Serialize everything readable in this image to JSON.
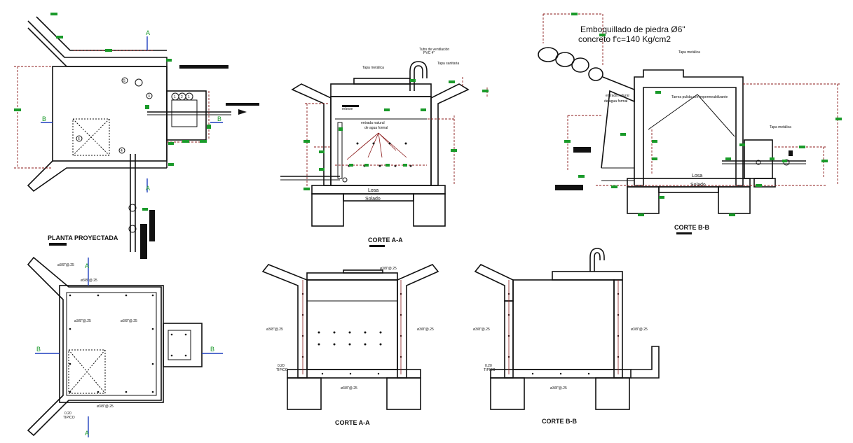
{
  "text": {
    "planta_proyectada": "PLANTA PROYECTADA",
    "corte_aa_top": "CORTE A-A",
    "corte_bb_top": "CORTE B-B",
    "corte_aa_bottom": "CORTE A-A",
    "corte_bb_bottom": "CORTE B-B",
    "emboquillado": "Emboquillado de piedra Ø6\"",
    "concreto": "concreto f'c=140 Kg/cm2",
    "losa_a": "Losa",
    "solado_a": "Solado",
    "losa_b": "Losa",
    "solado_b": "Solado",
    "section_a_marker": "A",
    "section_b_marker": "B",
    "plan_circles": [
      "1",
      "2",
      "1"
    ],
    "plan_tags": [
      "5",
      "3",
      "6",
      "4"
    ],
    "rebar_label": "ø3/8\"@.25",
    "rebar_label_b": "ø3/8\"@.25",
    "spacing_label": "0.20",
    "tipico": "TIPICO",
    "tubo_vent": "Tubo de ventilación",
    "tubo_vent_size": "PVC 4\"",
    "tapa_sanitaria": "Tapa sanitaria",
    "tapa_metalica": "Tapa metálica",
    "entrada_natural": "entrada natural",
    "de_agua_formal": "de agua formal",
    "tarrea_pulida": "Tarrea pulida con impermeabilizante",
    "rebose": "rebose",
    "rebar_vertical": "ø3/8\"@.25"
  },
  "colors": {
    "line": "#111111",
    "dimension": "#8b1a1a",
    "dimension_tag": "#1a9a2a",
    "section_marker": "#1f3fbf",
    "section_text": "#1a9a2a"
  }
}
